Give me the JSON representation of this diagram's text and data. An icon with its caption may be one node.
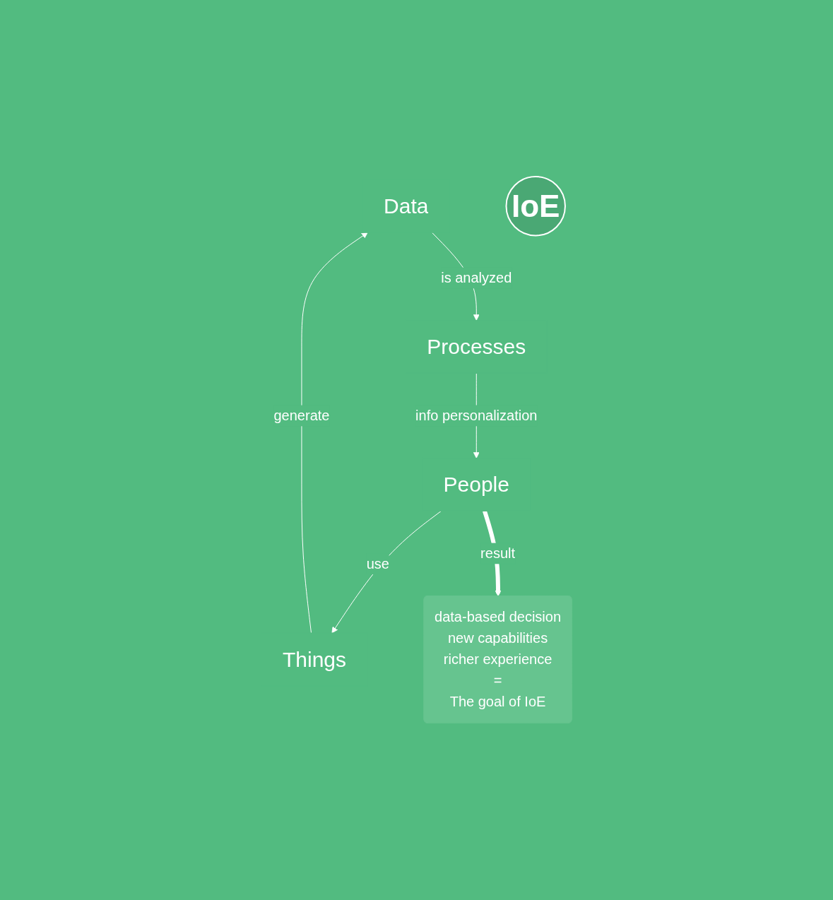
{
  "diagram": {
    "nodes": [
      {
        "text": [
          "Data"
        ]
      },
      {
        "text": [
          "Processes"
        ]
      },
      {
        "text": [
          "IoE"
        ]
      },
      {
        "text": [
          "Things"
        ]
      },
      {
        "text": [
          "People"
        ]
      },
      {
        "text": [
          "data-based decision",
          "new capabilities",
          "richer experience",
          "=",
          "The goal of IoE"
        ]
      }
    ],
    "edges": [
      {
        "from": 0,
        "to": 1,
        "arrow": "to",
        "label": "is analyzed"
      },
      {
        "from": 1,
        "to": 4,
        "arrow": "to",
        "label": "info personalization"
      },
      {
        "from": 4,
        "to": 3,
        "arrow": "to",
        "label": "use"
      },
      {
        "from": 3,
        "to": 0,
        "arrow": "to",
        "label": "generate"
      },
      {
        "from": 4,
        "to": 5,
        "arrow": "to",
        "label": "result",
        "style": "thick"
      }
    ]
  }
}
